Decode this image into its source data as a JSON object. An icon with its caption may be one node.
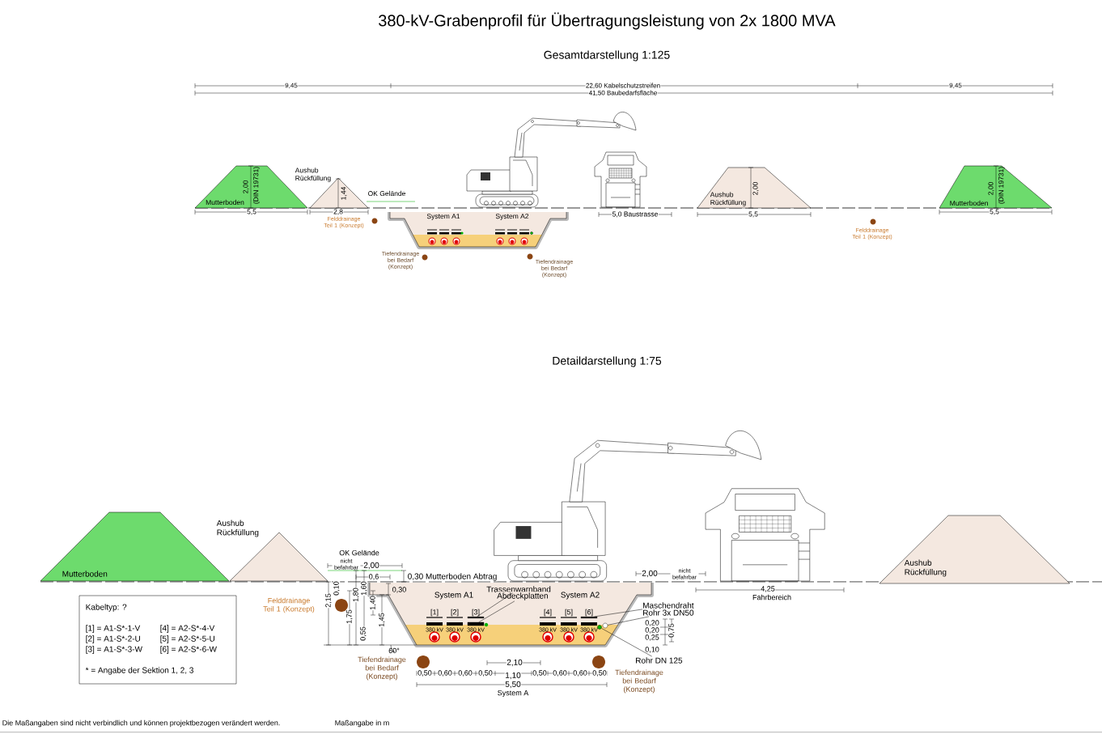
{
  "diagram": {
    "title": "380-kV-Grabenprofil für Übertragungsleistung von 2x 1800 MVA",
    "nodes": [
      {
        "text": [
          "Mutterboden"
        ]
      },
      {
        "text": [
          "Aushub Rückfüllung"
        ]
      },
      {
        "text": [
          "System A1",
          "System A2"
        ]
      },
      {
        "text": [
          "Aushub Rückfüllung"
        ]
      },
      {
        "text": [
          "Mutterboden"
        ]
      },
      {
        "text": [
          "Mutterboden"
        ]
      },
      {
        "text": [
          "Aushub Rückfüllung"
        ]
      },
      {
        "text": [
          "System A1",
          "System A2"
        ]
      },
      {
        "text": [
          "Aushub Rückfüllung"
        ]
      },
      {
        "text": [
          "Kabeltyp: ?",
          "[1] = A1-S*-1-V",
          "[4] = A2-S*-4-V",
          "[2] = A1-S*-2-U",
          "[5] = A2-S*-5-U",
          "[3] = A1-S*-3-W",
          "[6] = A2-S*-6-W",
          "* = Angabe der Sektion 1, 2, 3"
        ]
      },
      {
        "text": [
          "Trassenwarnband"
        ],
        "in": 7
      },
      {
        "text": [
          "Abdeckplatten"
        ],
        "in": 7
      },
      {
        "text": [
          "Maschendraht"
        ]
      },
      {
        "text": [
          "Rohr 3x DN50"
        ]
      },
      {
        "text": [
          "Rohr DN 125"
        ]
      },
      {
        "text": [],
        "shape": "bar",
        "in": 7
      },
      {
        "text": [],
        "shape": "bar",
        "in": 7
      },
      {
        "text": [],
        "shape": "bar",
        "in": 7
      },
      {
        "text": [],
        "shape": "circle",
        "in": 7
      },
      {
        "text": [],
        "shape": "circle",
        "in": 7
      }
    ],
    "edges": [
      {
        "from": 10,
        "to": 15,
        "arrow": "none"
      },
      {
        "from": 11,
        "to": 16,
        "arrow": "none"
      },
      {
        "from": 12,
        "to": 17,
        "arrow": "none"
      },
      {
        "from": 13,
        "to": 19,
        "arrow": "none"
      },
      {
        "from": 14,
        "to": 18,
        "arrow": "none"
      }
    ],
    "labels": [
      "Gesamtdarstellung 1:125",
      "9,45",
      "22,60 Kabelschutzstreifen",
      "9,45",
      "41,50 Baubedarfsfläche",
      "2,00",
      "(DIN 19731)",
      "1,44",
      "OK Gelände",
      "5,5",
      "2,8",
      "Felddrainage Teil 1 (Konzept)",
      "5,0 Baustrasse",
      "2,00",
      "5,5",
      "2,00",
      "(DIN 19731)",
      "5,5",
      "Felddrainage Teil 1 (Konzept)",
      "Tiefendrainage bei Bedarf (Konzept)",
      "Tiefendrainage bei Bedarf (Konzept)",
      "Detaildarstellung 1:75",
      "OK Gelände",
      "nicht befahrbar",
      "2,00",
      "0,6",
      "0,30 Mutterboden Abtrag",
      "2,00",
      "nicht befahrbar",
      "0,30",
      "Felddrainage Teil 1 (Konzept)",
      "2,15",
      "0,10",
      "1,80",
      "1,60",
      "1,40",
      "1,75",
      "1,45",
      "0,55",
      "60°",
      "[1]",
      "[2]",
      "[3]",
      "[4]",
      "[5]",
      "[6]",
      "380 kV",
      "380 kV",
      "380 kV",
      "380 kV",
      "380 kV",
      "380 kV",
      "0,20",
      "0,20",
      "0,25",
      "0,75",
      "0,10",
      "4,25",
      "Fahrbereich",
      "2,10",
      "0,50",
      "0,60",
      "0,60",
      "0,50",
      "1,10",
      "0,50",
      "0,60",
      "0,60",
      "0,50",
      "5,50",
      "System A",
      "Tiefendrainage bei Bedarf (Konzept)",
      "Tiefendrainage bei Bedarf (Konzept)",
      "Die Maßangaben sind nicht verbindlich und können projektbezogen verändert werden.",
      "Maßangabe in m"
    ]
  }
}
